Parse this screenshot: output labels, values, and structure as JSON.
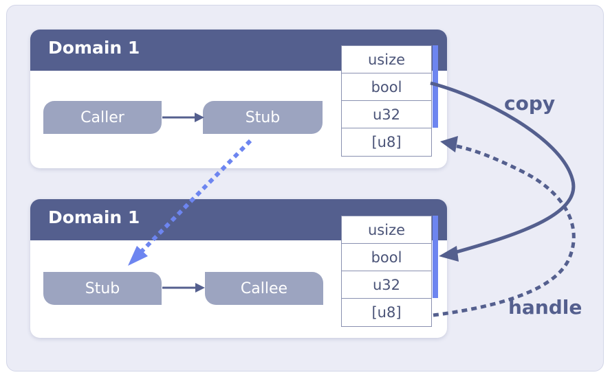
{
  "domains": [
    {
      "title": "Domain 1",
      "nodes": [
        {
          "label": "Caller"
        },
        {
          "label": "Stub"
        }
      ],
      "stack": [
        "usize",
        "bool",
        "u32",
        "[u8]"
      ]
    },
    {
      "title": "Domain 1",
      "nodes": [
        {
          "label": "Stub"
        },
        {
          "label": "Callee"
        }
      ],
      "stack": [
        "usize",
        "bool",
        "u32",
        "[u8]"
      ]
    }
  ],
  "edges": {
    "copy_label": "copy",
    "handle_label": "handle"
  },
  "colors": {
    "background": "#ebecf6",
    "header": "#545f8e",
    "node_fill": "#9ca4c0",
    "stack_accent": "#6d85f0",
    "arrow": "#545f8e",
    "cross_domain_arrow": "#6d85f0"
  }
}
